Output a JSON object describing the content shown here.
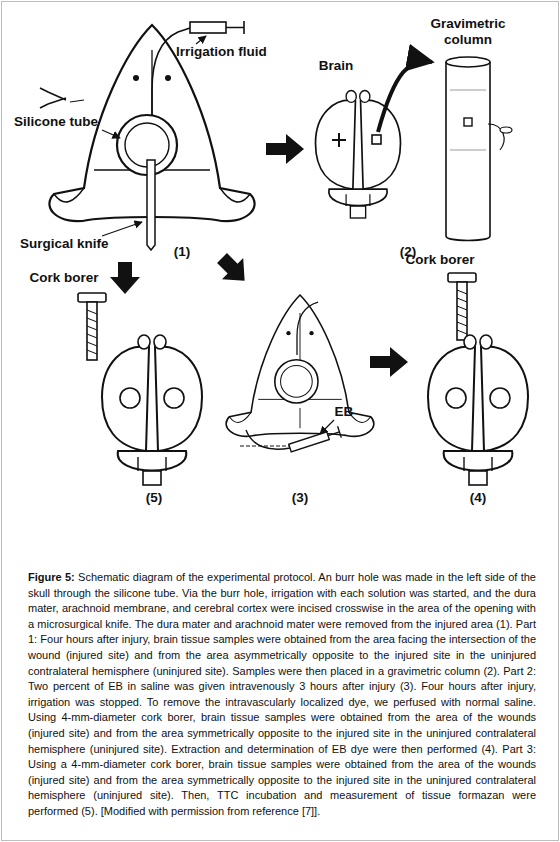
{
  "diagram": {
    "caption": "Figure 5: Schematic diagram of the experimental protocol. An burr hole was made in the left side of the skull through the silicone tube. Via the burr hole, irrigation with each solution was started, and the dura mater, arachnoid membrane, and cerebral cortex were incised crosswise in the area of the opening with a microsurgical knife. The dura mater and arachnoid mater were removed from the injured area (1). Part 1: Four hours after injury, brain tissue samples were obtained from the area facing the intersection of the wound (injured site) and from the area asymmetrically opposite to the injured site in the uninjured contralateral hemisphere (uninjured site). Samples were then placed in a gravimetric column (2). Part 2: Two percent of EB in saline was given intravenously 3 hours after injury (3). Four hours after injury, irrigation was stopped. To remove the intravascularly localized dye, we perfused with normal saline. Using 4-mm-diameter cork borer, brain tissue samples were obtained from the area of the wounds (injured site) and from the area symmetrically opposite to the injured site in the uninjured contralateral hemisphere (uninjured site). Extraction and determination of EB dye were then performed (4). Part 3: Using a 4-mm-diameter cork borer, brain tissue samples were obtained from the area of the wounds (injured site) and from the area symmetrically opposite to the injured site in the uninjured contralateral hemisphere (uninjured site). Then, TTC incubation and measurement of tissue formazan were performed (5). [Modified with permission from reference [7]].",
    "labels": [
      "Irrigation fluid",
      "Silicone tube",
      "Surgical knife",
      "(1)",
      "Brain",
      "Gravimetric column",
      "(2)",
      "Cork borer",
      "(5)",
      "(3)",
      "EB",
      "Cork borer",
      "(4)"
    ]
  }
}
